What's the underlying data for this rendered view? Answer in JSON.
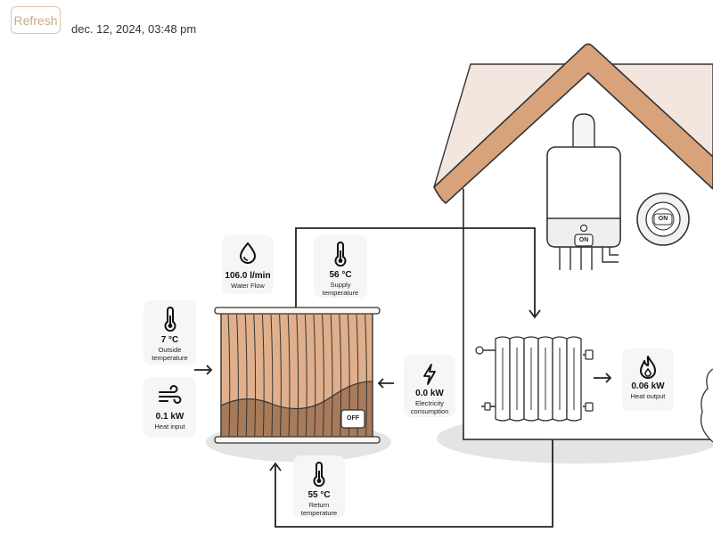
{
  "toolbar": {
    "refresh_label": "Refresh",
    "timestamp": "dec. 12, 2024, 03:48 pm"
  },
  "metrics": {
    "water_flow": {
      "value": "106.0 l/min",
      "label": "Water Flow",
      "icon": "water-drop-icon"
    },
    "supply_temperature": {
      "value": "56 °C",
      "label1": "Supply",
      "label2": "temperature",
      "icon": "thermometer-icon"
    },
    "outside_temperature": {
      "value": "7 °C",
      "label1": "Outside",
      "label2": "temperature",
      "icon": "thermometer-icon"
    },
    "heat_input": {
      "value": "0.1 kW",
      "label": "Heat input",
      "icon": "wind-icon"
    },
    "electricity_consumption": {
      "value": "0.0 kW",
      "label1": "Electricity",
      "label2": "consumption",
      "icon": "lightning-icon"
    },
    "heat_output": {
      "value": "0.06 kW",
      "label": "Heat output",
      "icon": "flame-icon"
    },
    "return_temperature": {
      "value": "55 °C",
      "label1": "Return",
      "label2": "temperature",
      "icon": "thermometer-icon"
    }
  },
  "devices": {
    "heat_pump_status": "OFF",
    "boiler_status": "ON",
    "thermostat_status": "ON"
  },
  "colors": {
    "roof": "#d8a27a",
    "roof_fill": "#f3e6df",
    "pump_body": "#d9a47e",
    "pump_dark": "#a77a59",
    "card_bg": "#f6f6f6",
    "accent_border": "#d9c6ab"
  }
}
